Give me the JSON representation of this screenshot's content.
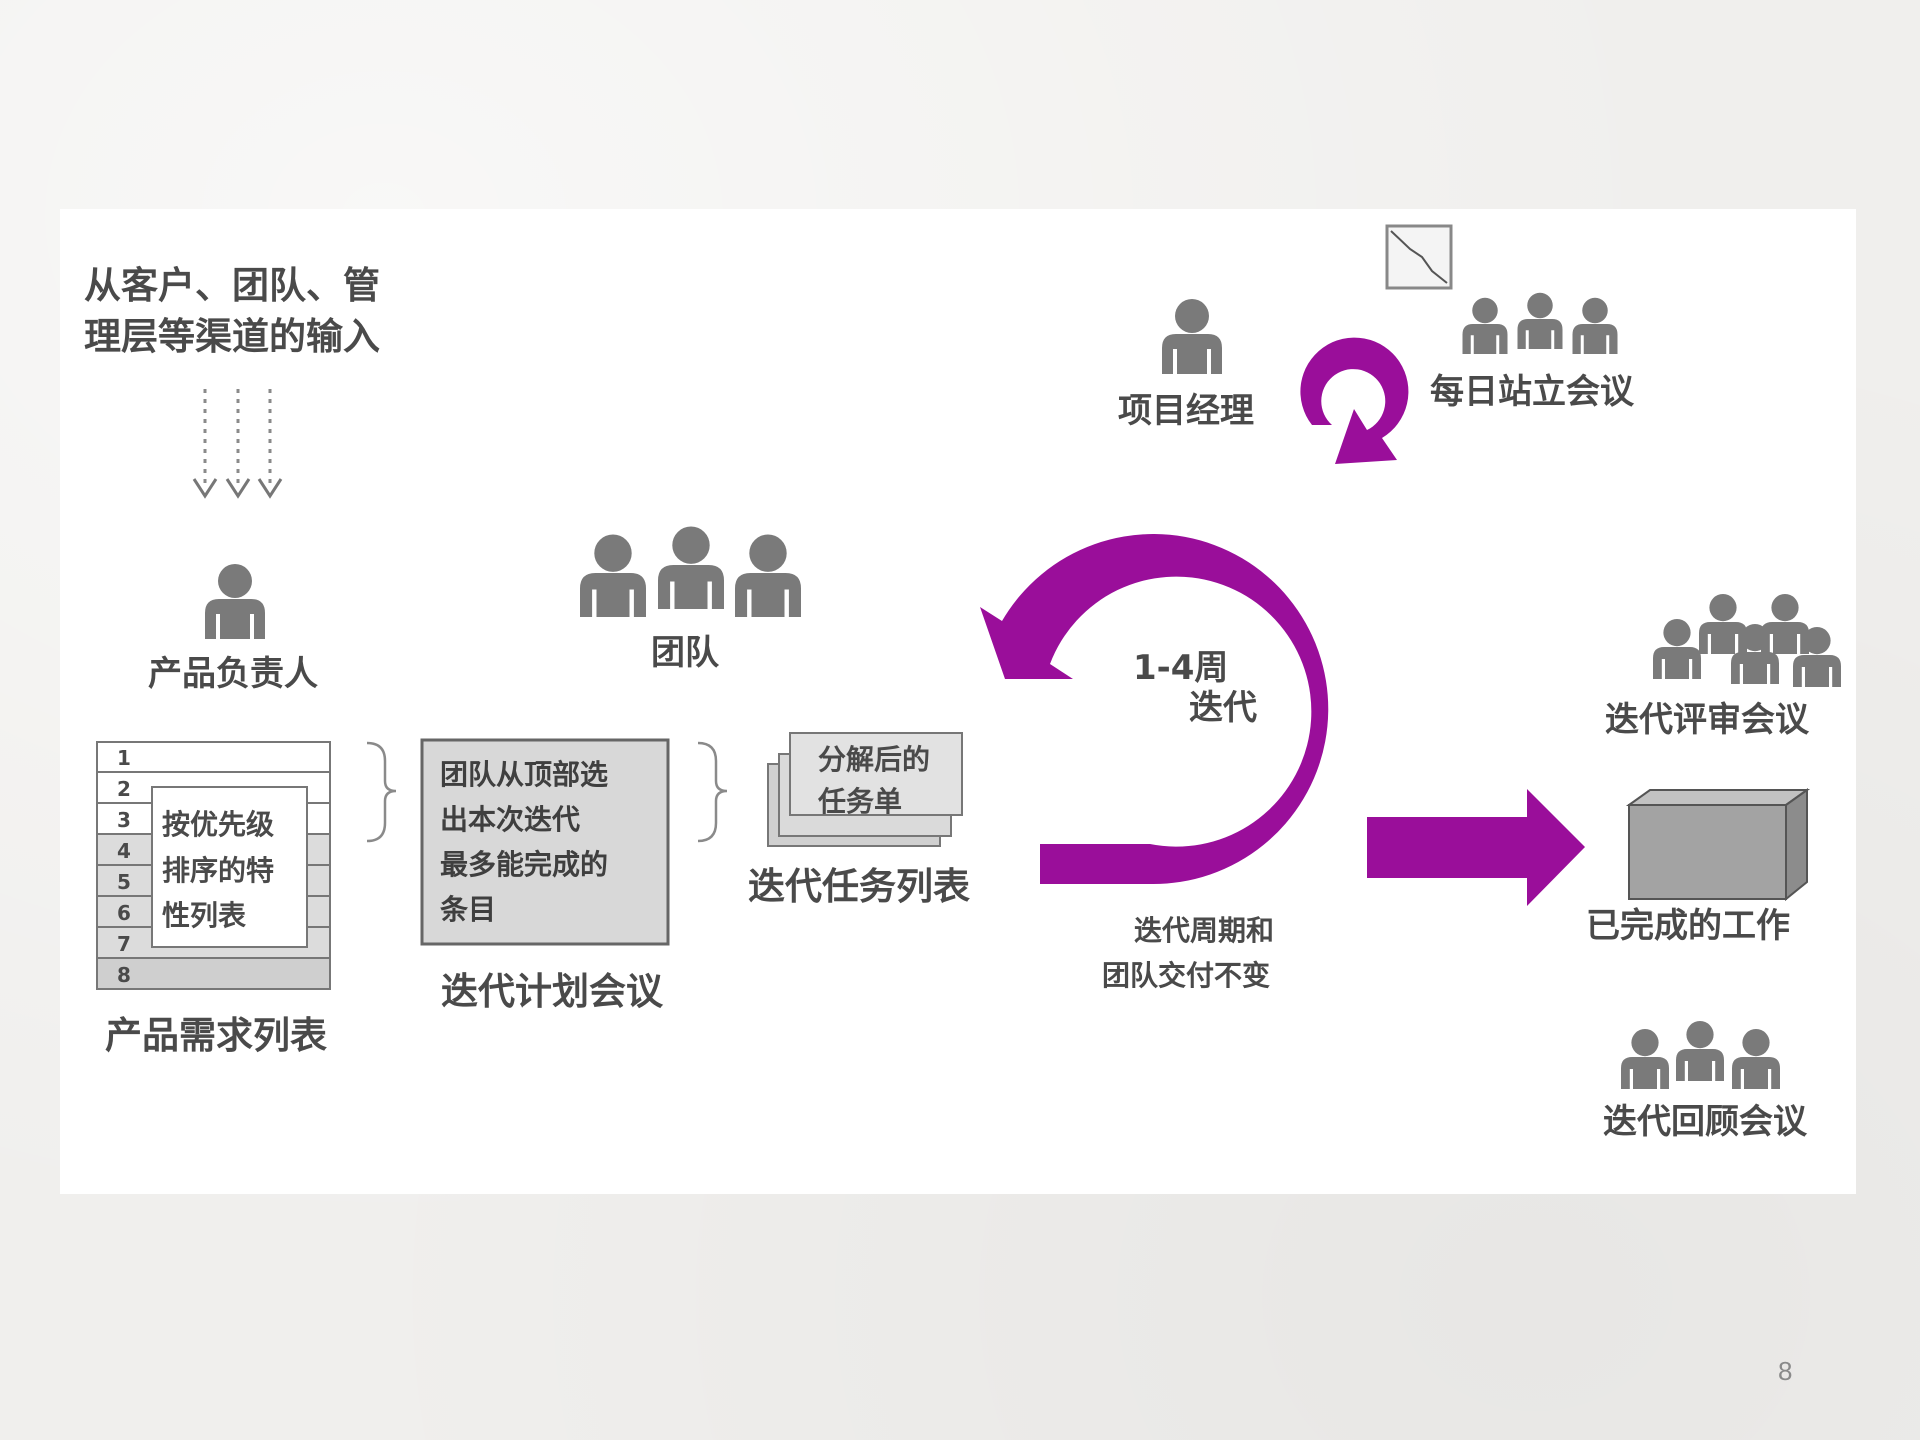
{
  "diagram": {
    "input_text": [
      "从客户、团队、管",
      "理层等渠道的输入"
    ],
    "product_owner": "产品负责人",
    "team": "团队",
    "backlog": {
      "rows": [
        "1",
        "2",
        "3",
        "4",
        "5",
        "6",
        "7",
        "8"
      ],
      "note": [
        "按优先级",
        "排序的特",
        "性列表"
      ],
      "label": "产品需求列表"
    },
    "planning": {
      "text": [
        "团队从顶部选",
        "出本次迭代",
        "最多能完成的",
        "条目"
      ],
      "label": "迭代计划会议"
    },
    "sprint_backlog": {
      "card_text": [
        "分解后的",
        "任务单"
      ],
      "label": "迭代任务列表"
    },
    "project_manager": "项目经理",
    "daily_standup": "每日站立会议",
    "cycle": {
      "line1": "1-4周",
      "line2": "迭代",
      "note": [
        "迭代周期和",
        "团队交付不变"
      ],
      "color": "#9a0e9a"
    },
    "review": "迭代评审会议",
    "done": "已完成的工作",
    "retrospective": "迭代回顾会议"
  },
  "page_number": "8"
}
